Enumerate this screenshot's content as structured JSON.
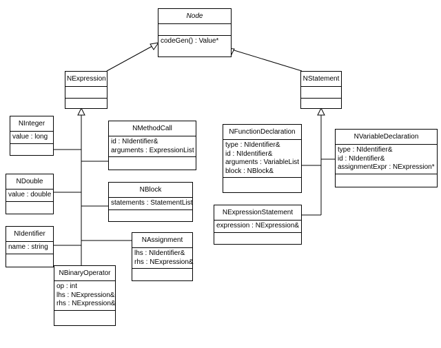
{
  "classes": {
    "node": {
      "name": "Node",
      "attributes": [],
      "operations": [
        "codeGen() : Value*"
      ]
    },
    "nexpression": {
      "name": "NExpression",
      "attributes": [],
      "operations": []
    },
    "nstatement": {
      "name": "NStatement",
      "attributes": [],
      "operations": []
    },
    "ninteger": {
      "name": "NInteger",
      "attributes": [
        "value : long"
      ],
      "operations": []
    },
    "nmethodcall": {
      "name": "NMethodCall",
      "attributes": [
        "id : NIdentifier&",
        "arguments : ExpressionList"
      ],
      "operations": []
    },
    "ndouble": {
      "name": "NDouble",
      "attributes": [
        "value : double"
      ],
      "operations": []
    },
    "nblock": {
      "name": "NBlock",
      "attributes": [
        "statements : StatementList"
      ],
      "operations": []
    },
    "nidentifier": {
      "name": "NIdentifier",
      "attributes": [
        "name : string"
      ],
      "operations": []
    },
    "nassignment": {
      "name": "NAssignment",
      "attributes": [
        "lhs : NIdentifier&",
        "rhs : NExpression&"
      ],
      "operations": []
    },
    "nbinaryoperator": {
      "name": "NBinaryOperator",
      "attributes": [
        "op : int",
        "lhs : NExpression&",
        "rhs : NExpression&"
      ],
      "operations": []
    },
    "nfunctiondeclaration": {
      "name": "NFunctionDeclaration",
      "attributes": [
        "type : NIdentifier&",
        "id : NIdentifier&",
        "arguments : VariableList",
        "block : NBlock&"
      ],
      "operations": []
    },
    "nvariabledeclaration": {
      "name": "NVariableDeclaration",
      "attributes": [
        "type : NIdentifier&",
        "id : NIdentifier&",
        "assignmentExpr : NExpression*"
      ],
      "operations": []
    },
    "nexpressionstatement": {
      "name": "NExpressionStatement",
      "attributes": [
        "expression : NExpression&"
      ],
      "operations": []
    }
  }
}
